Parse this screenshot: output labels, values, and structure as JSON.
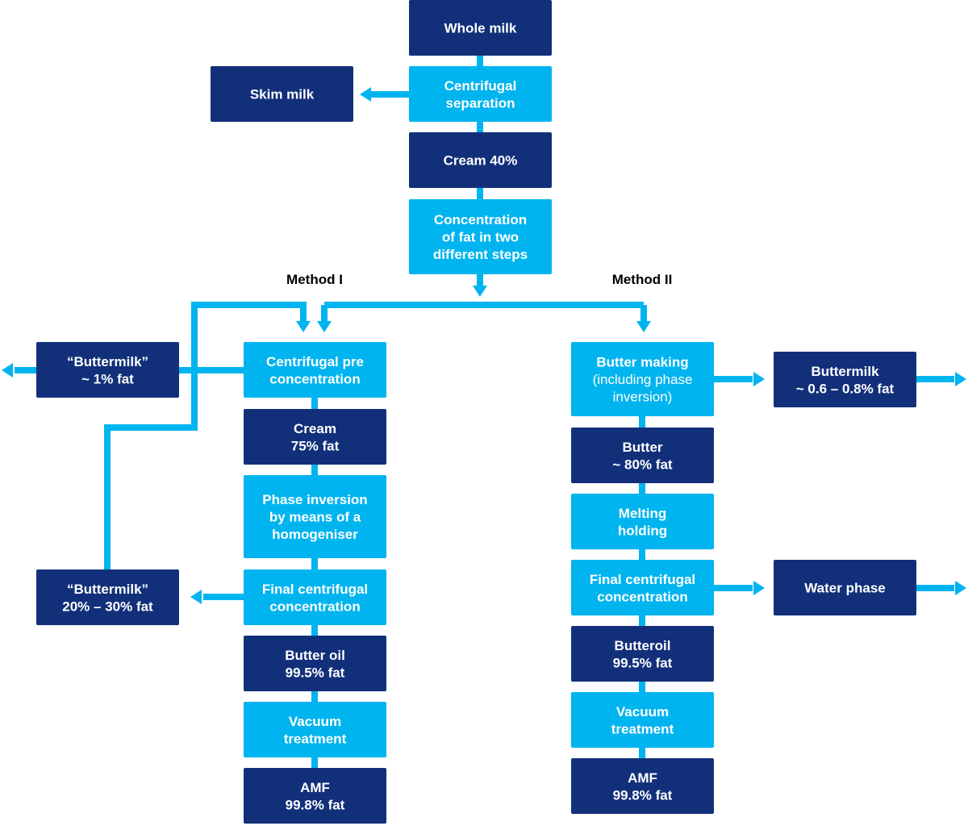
{
  "colors": {
    "dark": "#12307a",
    "light": "#00b4ef",
    "connector": "#00b4ef"
  },
  "methods": {
    "method_1": "Method I",
    "method_2": "Method II"
  },
  "nodes": {
    "whole_milk": {
      "lines": [
        "Whole milk"
      ],
      "style": "dark"
    },
    "centrifugal_separation": {
      "lines": [
        "Centrifugal",
        "separation"
      ],
      "style": "light"
    },
    "skim_milk": {
      "lines": [
        "Skim milk"
      ],
      "style": "dark"
    },
    "cream_40": {
      "lines": [
        "Cream 40%"
      ],
      "style": "dark"
    },
    "concentration": {
      "lines": [
        "Concentration",
        "of fat in two",
        "different steps"
      ],
      "style": "light"
    },
    "m1_centrifugal_pre": {
      "lines": [
        "Centrifugal pre",
        "concentration"
      ],
      "style": "light"
    },
    "m1_buttermilk_1": {
      "lines": [
        "“Buttermilk”",
        "~ 1% fat"
      ],
      "style": "dark"
    },
    "m1_cream_75": {
      "lines": [
        "Cream",
        "75% fat"
      ],
      "style": "dark"
    },
    "m1_phase_inversion": {
      "lines": [
        "Phase inversion",
        "by means of a",
        "homogeniser"
      ],
      "style": "light"
    },
    "m1_final_centrifugal": {
      "lines": [
        "Final centrifugal",
        "concentration"
      ],
      "style": "light"
    },
    "m1_buttermilk_2030": {
      "lines": [
        "“Buttermilk”",
        "20% – 30% fat"
      ],
      "style": "dark"
    },
    "m1_butter_oil": {
      "lines": [
        "Butter oil",
        "99.5% fat"
      ],
      "style": "dark"
    },
    "m1_vacuum": {
      "lines": [
        "Vacuum",
        "treatment"
      ],
      "style": "light"
    },
    "m1_amf": {
      "lines": [
        "AMF",
        "99.8% fat"
      ],
      "style": "dark"
    },
    "m2_butter_making": {
      "lines": [
        "Butter making",
        "(including phase",
        "inversion)"
      ],
      "style": "light",
      "weight": "normal-sub"
    },
    "m2_buttermilk": {
      "lines": [
        "Buttermilk",
        "~ 0.6 – 0.8% fat"
      ],
      "style": "dark"
    },
    "m2_butter": {
      "lines": [
        "Butter",
        "~ 80% fat"
      ],
      "style": "dark"
    },
    "m2_melting": {
      "lines": [
        "Melting",
        "holding"
      ],
      "style": "light"
    },
    "m2_final_centrifugal": {
      "lines": [
        "Final centrifugal",
        "concentration"
      ],
      "style": "light"
    },
    "m2_water_phase": {
      "lines": [
        "Water phase"
      ],
      "style": "dark"
    },
    "m2_butteroil": {
      "lines": [
        "Butteroil",
        "99.5% fat"
      ],
      "style": "dark"
    },
    "m2_vacuum": {
      "lines": [
        "Vacuum",
        "treatment"
      ],
      "style": "light"
    },
    "m2_amf": {
      "lines": [
        "AMF",
        "99.8% fat"
      ],
      "style": "dark"
    }
  }
}
